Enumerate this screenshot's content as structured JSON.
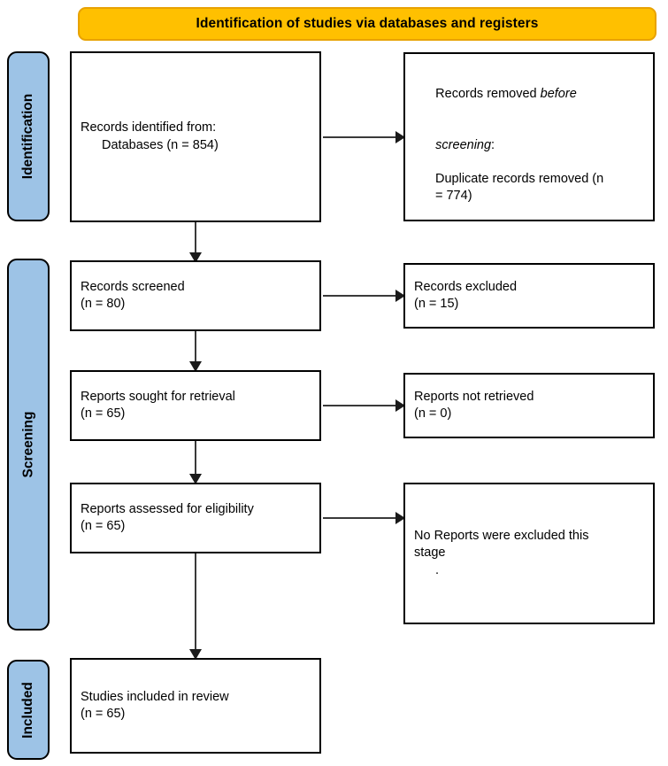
{
  "banner": {
    "title": "Identification of studies via databases and registers",
    "fill": "#FFC000",
    "border": "#E8A200"
  },
  "stages": [
    {
      "id": "identification",
      "label": "Identification",
      "fill": "#9DC3E6"
    },
    {
      "id": "screening",
      "label": "Screening",
      "fill": "#9DC3E6"
    },
    {
      "id": "included",
      "label": "Included",
      "fill": "#9DC3E6"
    }
  ],
  "boxes": {
    "identified": {
      "line1": "Records identified from:",
      "line2": "Databases (n = 854)"
    },
    "removed": {
      "line1_pre": "Records removed ",
      "line1_em": "before",
      "line2_em": "screening",
      "line2_post": ":",
      "line3": "Duplicate records removed (n",
      "line4": "= 774)"
    },
    "screened": {
      "line1": "Records screened",
      "line2": "(n = 80)"
    },
    "excluded": {
      "line1": "Records excluded",
      "line2": "(n = 15)"
    },
    "sought": {
      "line1": "Reports sought for retrieval",
      "line2": "(n = 65)"
    },
    "not_retrieved": {
      "line1": "Reports not retrieved",
      "line2": "(n = 0)"
    },
    "assessed": {
      "line1": "Reports assessed for eligibility",
      "line2": "(n = 65)"
    },
    "none_excluded": {
      "line1": "No Reports were excluded this",
      "line2": "stage",
      "line3": "."
    },
    "included": {
      "line1": "Studies included in review",
      "line2": "(n = 65)"
    }
  },
  "chart_data": {
    "type": "diagram",
    "title": "Identification of studies via databases and registers",
    "nodes": [
      {
        "id": "identified",
        "stage": "Identification",
        "label": "Records identified from: Databases",
        "n": 854
      },
      {
        "id": "removed",
        "stage": "Identification",
        "label": "Records removed before screening: Duplicate records removed",
        "n": 774
      },
      {
        "id": "screened",
        "stage": "Screening",
        "label": "Records screened",
        "n": 80
      },
      {
        "id": "excluded",
        "stage": "Screening",
        "label": "Records excluded",
        "n": 15
      },
      {
        "id": "sought",
        "stage": "Screening",
        "label": "Reports sought for retrieval",
        "n": 65
      },
      {
        "id": "not_retrieved",
        "stage": "Screening",
        "label": "Reports not retrieved",
        "n": 0
      },
      {
        "id": "assessed",
        "stage": "Screening",
        "label": "Reports assessed for eligibility",
        "n": 65
      },
      {
        "id": "none_excluded",
        "stage": "Screening",
        "label": "No Reports were excluded this stage",
        "n": null
      },
      {
        "id": "included",
        "stage": "Included",
        "label": "Studies included in review",
        "n": 65
      }
    ],
    "edges": [
      {
        "from": "identified",
        "to": "removed",
        "direction": "right"
      },
      {
        "from": "identified",
        "to": "screened",
        "direction": "down"
      },
      {
        "from": "screened",
        "to": "excluded",
        "direction": "right"
      },
      {
        "from": "screened",
        "to": "sought",
        "direction": "down"
      },
      {
        "from": "sought",
        "to": "not_retrieved",
        "direction": "right"
      },
      {
        "from": "sought",
        "to": "assessed",
        "direction": "down"
      },
      {
        "from": "assessed",
        "to": "none_excluded",
        "direction": "right"
      },
      {
        "from": "assessed",
        "to": "included",
        "direction": "down"
      }
    ]
  }
}
